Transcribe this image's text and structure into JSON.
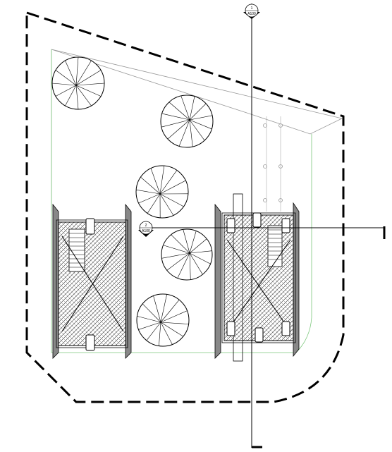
{
  "section_markers": [
    {
      "number": "1",
      "sheet": "A100"
    },
    {
      "number": "2",
      "sheet": "A100"
    }
  ],
  "symbols": {
    "tree": "circular-tree-icon",
    "bollard": "circle-dot-icon",
    "fixture": "rounded-rect-icon"
  },
  "colors": {
    "line": "#000000",
    "site_boundary": "#999999",
    "green_line": "#7dc87d",
    "hatch": "#333333"
  },
  "counts": {
    "trees": 5,
    "buildings": 2,
    "bollards": 6
  }
}
